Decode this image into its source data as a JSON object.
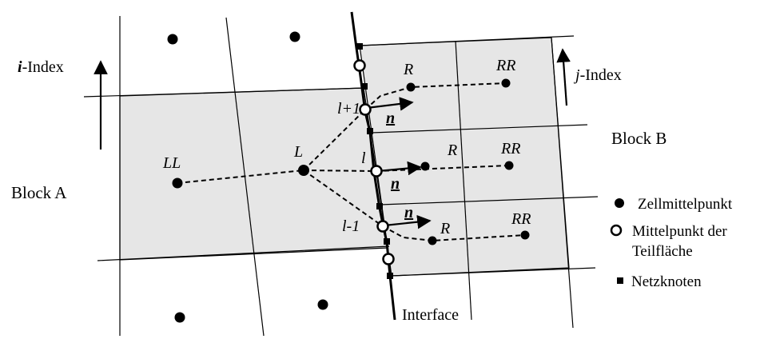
{
  "labels": {
    "i_index_prefix": "i",
    "i_index_suffix": "-Index",
    "j_index_prefix": "j",
    "j_index_suffix": "-Index",
    "block_a": "Block A",
    "block_b": "Block B",
    "interface": "Interface",
    "ll": "LL",
    "l_cell": "L",
    "l_plus_1": "l+1",
    "l_face": "l",
    "l_minus_1": "l-1",
    "r": "R",
    "rr": "RR",
    "normal": "n"
  },
  "legend": {
    "cell_center": "Zellmittelpunkt",
    "face_center_line1": "Mittelpunkt der",
    "face_center_line2": "Teilfläche",
    "grid_node": "Netzknoten"
  },
  "colors": {
    "cell_fill": "#e6e6e6",
    "line": "#000000",
    "background": "#ffffff"
  }
}
